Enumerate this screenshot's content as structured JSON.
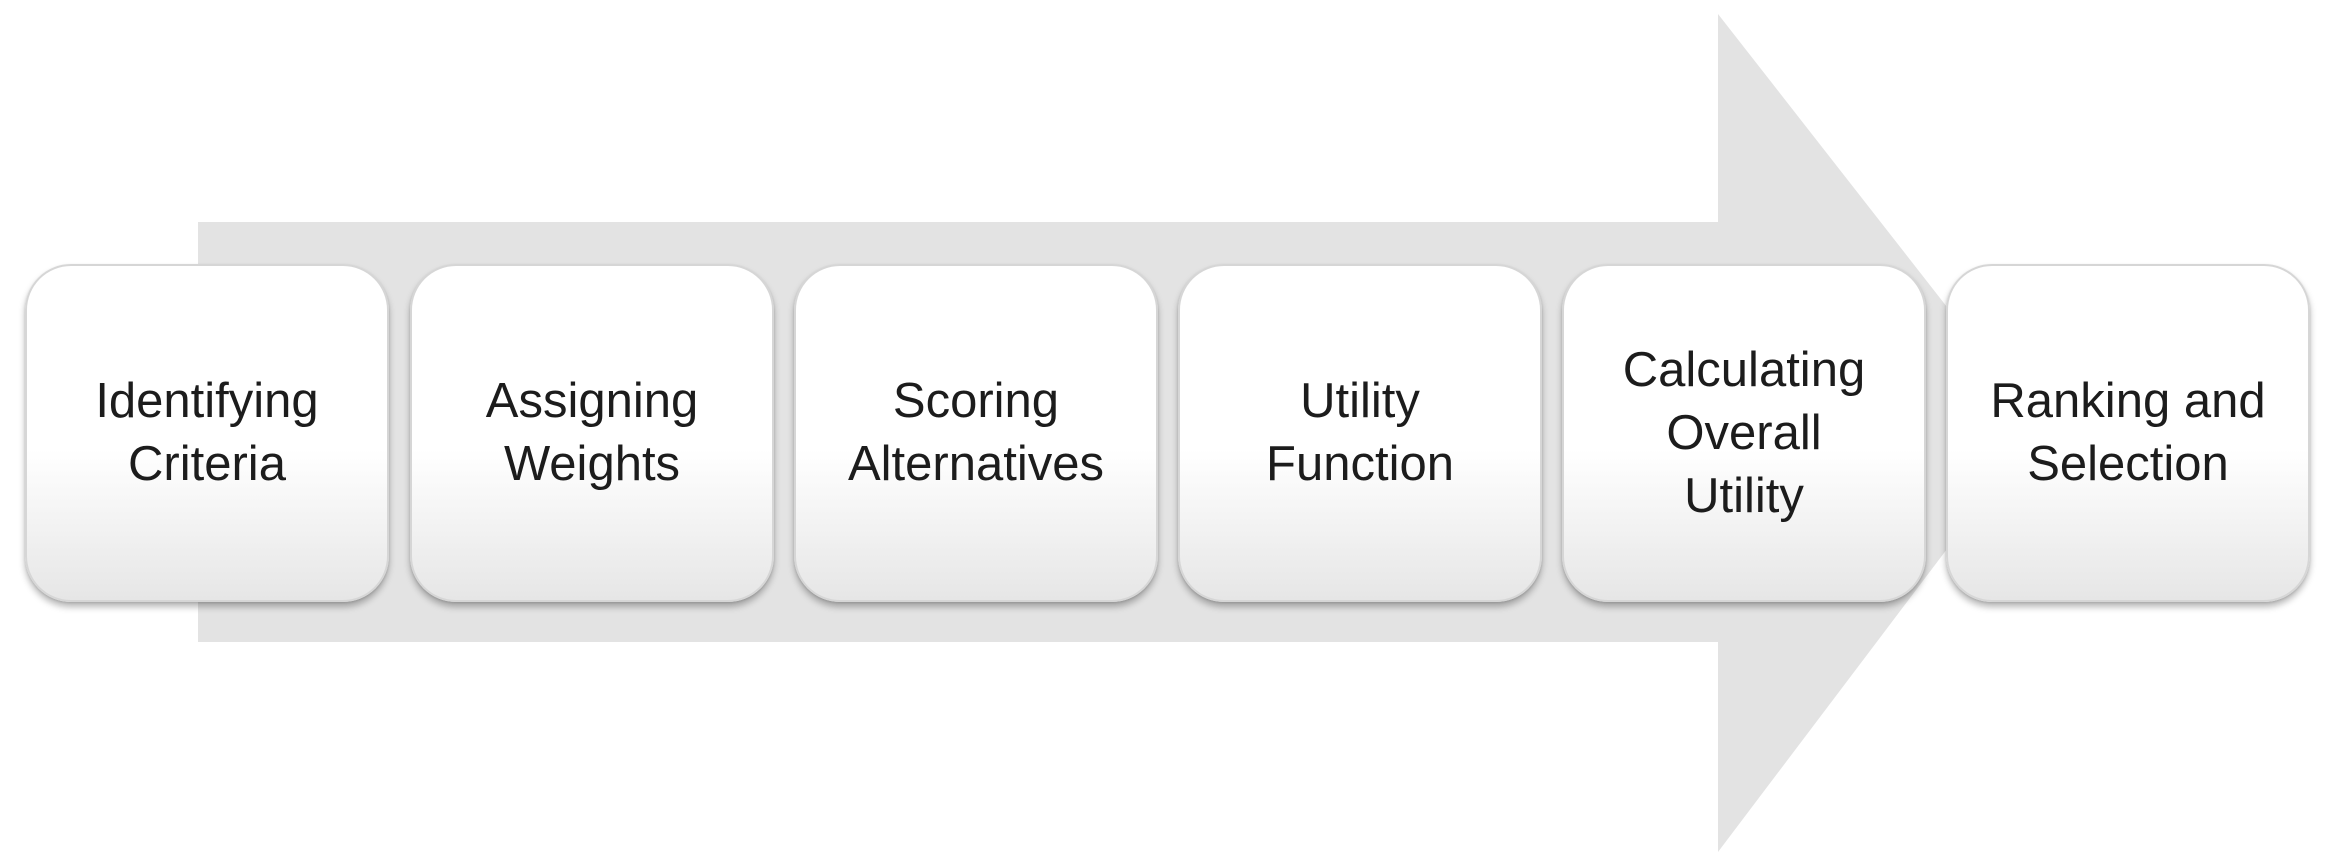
{
  "diagram": {
    "type": "process-flow",
    "direction": "left-to-right",
    "colors": {
      "arrow": "#e3e3e3",
      "box_top": "#ffffff",
      "box_bottom": "#e6e6e6",
      "box_border": "#d6d6d6",
      "text": "#1c1c1c"
    },
    "steps": [
      {
        "label": "Identifying\nCriteria"
      },
      {
        "label": "Assigning\nWeights"
      },
      {
        "label": "Scoring\nAlternatives"
      },
      {
        "label": "Utility\nFunction"
      },
      {
        "label": "Calculating\nOverall\nUtility"
      },
      {
        "label": "Ranking and\nSelection"
      }
    ]
  }
}
